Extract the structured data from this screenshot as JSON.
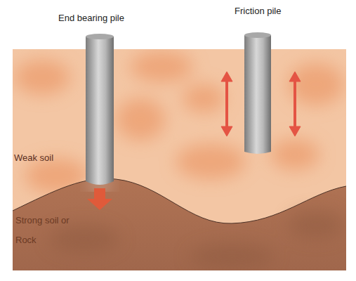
{
  "diagram": {
    "labels": [
      "End bearing pile",
      "Friction pile",
      "Weak soil",
      "Strong soil or Rock"
    ]
  }
}
